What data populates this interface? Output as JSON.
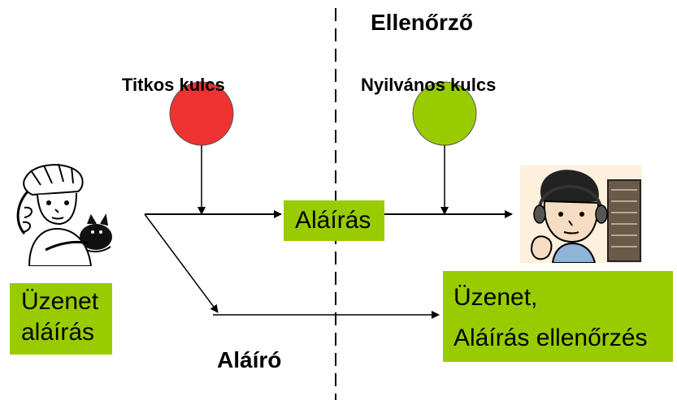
{
  "labels": {
    "verifier": "Ellenőrző",
    "private_key": "Titkos  kulcs",
    "public_key": "Nyilvános  kulcs",
    "signer": "Aláíró"
  },
  "boxes": {
    "signature": "Aláírás",
    "message_sign": [
      "Üzenet",
      "aláírás"
    ],
    "message_verify": [
      "Üzenet,",
      "Aláírás ellenőrzés"
    ]
  },
  "colors": {
    "private_key": "#ee3333",
    "public_key": "#99cc00",
    "box_fill": "#99cc00",
    "line": "#000000"
  },
  "icons": {
    "private_key": "red-circle-key-icon",
    "public_key": "green-circle-key-icon",
    "signer": "girl-with-cat-illustration",
    "verifier": "boy-with-headphones-illustration"
  }
}
